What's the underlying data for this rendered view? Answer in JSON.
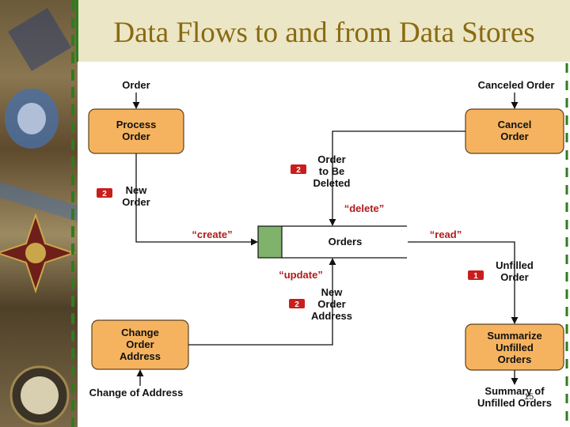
{
  "slide": {
    "title": "Data Flows to and from Data Stores",
    "page_number": "15"
  },
  "colors": {
    "process_fill": "#f6b35f",
    "store_tab": "#7fb26a",
    "badge": "#c81e1e",
    "quote_text": "#b11a1a",
    "title_text": "#8a6a10",
    "title_bg": "#ebe6c6"
  },
  "diagram": {
    "processes": {
      "process_order": [
        "Process",
        "Order"
      ],
      "cancel_order": [
        "Cancel",
        "Order"
      ],
      "change_order_address": [
        "Change",
        "Order",
        "Address"
      ],
      "summarize_unfilled_orders": [
        "Summarize",
        "Unfilled",
        "Orders"
      ]
    },
    "data_store": {
      "label": "Orders"
    },
    "flows": {
      "order": "Order",
      "canceled_order": "Canceled Order",
      "new_order": [
        "New",
        "Order"
      ],
      "order_to_be_deleted": [
        "Order",
        "to Be",
        "Deleted"
      ],
      "new_order_address": [
        "New",
        "Order",
        "Address"
      ],
      "unfilled_order": [
        "Unfilled",
        "Order"
      ],
      "change_of_address": "Change of Address",
      "summary_of_unfilled_orders": [
        "Summary of",
        "Unfilled Orders"
      ]
    },
    "operations": {
      "create": "“create”",
      "delete": "“delete”",
      "read": "“read”",
      "update": "“update”"
    },
    "badges": {
      "new_order": "2",
      "order_to_be_deleted": "2",
      "new_order_address": "2",
      "unfilled_order": "1"
    }
  }
}
